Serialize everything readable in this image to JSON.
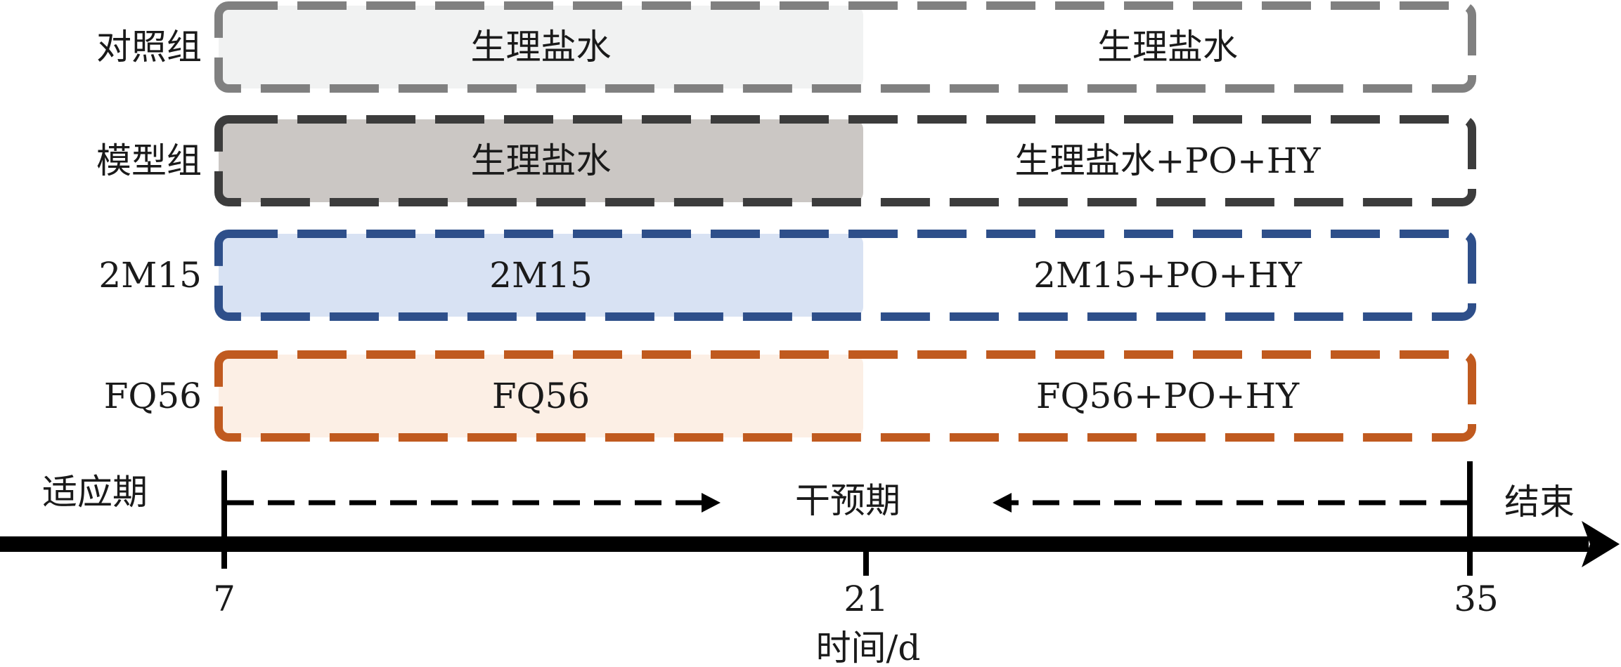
{
  "groups": [
    {
      "name": "对照组",
      "phase1": "生理盐水",
      "phase2": "生理盐水",
      "stroke": "#808080",
      "fill": "#f1f2f2"
    },
    {
      "name": "模型组",
      "phase1": "生理盐水",
      "phase2": "生理盐水+PO+HY",
      "stroke": "#3c3c3c",
      "fill": "#cbc7c4"
    },
    {
      "name": "2M15",
      "phase1": "2M15",
      "phase2": "2M15+PO+HY",
      "stroke": "#2e4f8a",
      "fill": "#d8e2f3"
    },
    {
      "name": "FQ56",
      "phase1": "FQ56",
      "phase2": "FQ56+PO+HY",
      "stroke": "#c05a1f",
      "fill": "#fcefe5"
    }
  ],
  "timeline": {
    "adaptation_label": "适应期",
    "intervention_label": "干预期",
    "end_label": "结束",
    "ticks": [
      "7",
      "21",
      "35"
    ],
    "axis_label": "时间/d"
  }
}
